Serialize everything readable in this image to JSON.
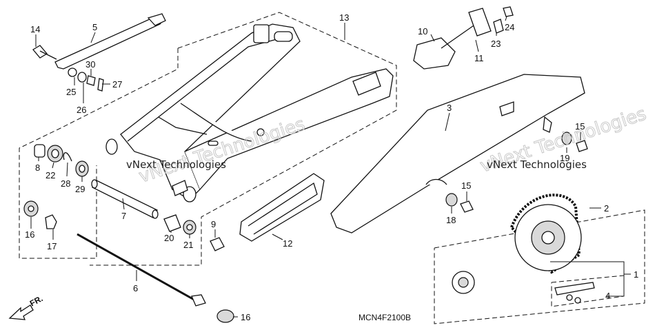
{
  "callouts": [
    {
      "id": "c14",
      "label": "14"
    },
    {
      "id": "c5",
      "label": "5"
    },
    {
      "id": "c30",
      "label": "30"
    },
    {
      "id": "c25",
      "label": "25"
    },
    {
      "id": "c27",
      "label": "27"
    },
    {
      "id": "c26",
      "label": "26"
    },
    {
      "id": "c13",
      "label": "13"
    },
    {
      "id": "c10",
      "label": "10"
    },
    {
      "id": "c24",
      "label": "24"
    },
    {
      "id": "c23",
      "label": "23"
    },
    {
      "id": "c11",
      "label": "11"
    },
    {
      "id": "c3",
      "label": "3"
    },
    {
      "id": "c15a",
      "label": "15"
    },
    {
      "id": "c19",
      "label": "19"
    },
    {
      "id": "c8",
      "label": "8"
    },
    {
      "id": "c22",
      "label": "22"
    },
    {
      "id": "c28",
      "label": "28"
    },
    {
      "id": "c29",
      "label": "29"
    },
    {
      "id": "c7",
      "label": "7"
    },
    {
      "id": "c16a",
      "label": "16"
    },
    {
      "id": "c17",
      "label": "17"
    },
    {
      "id": "c9",
      "label": "9"
    },
    {
      "id": "c20",
      "label": "20"
    },
    {
      "id": "c21",
      "label": "21"
    },
    {
      "id": "c12",
      "label": "12"
    },
    {
      "id": "c15b",
      "label": "15"
    },
    {
      "id": "c18",
      "label": "18"
    },
    {
      "id": "c2",
      "label": "2"
    },
    {
      "id": "c1",
      "label": "1"
    },
    {
      "id": "c4",
      "label": "4"
    },
    {
      "id": "c6",
      "label": "6"
    },
    {
      "id": "c16b",
      "label": "16"
    }
  ],
  "watermarks": {
    "left": "vNext Technologies",
    "right": "vNext Technologies",
    "big_left": "vNext Technologies",
    "big_right": "vNext Technologies"
  },
  "diagram_code": "MCN4F2100B",
  "front_arrow_label": "FR."
}
